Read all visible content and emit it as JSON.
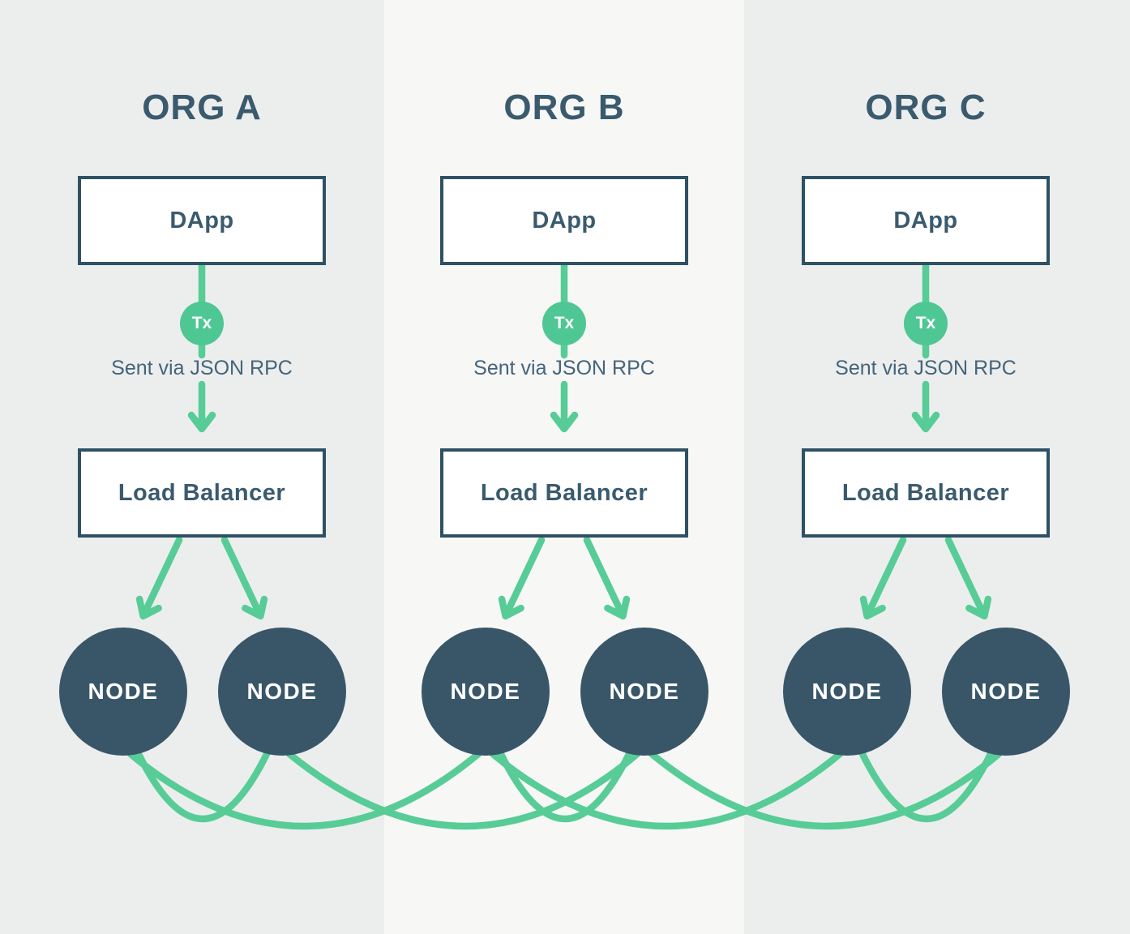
{
  "colors": {
    "green": "#57CC97",
    "tx_green": "#4EC794",
    "slate_dark": "#2F5164",
    "slate_text": "#3A5A6E",
    "caption_text": "#44647B",
    "node_fill": "#395669",
    "band_outer": "#ECEEED",
    "band_inner": "#F7F7F6",
    "box_bg": "#FFFFFF"
  },
  "columns": [
    {
      "title": "ORG A",
      "dapp_label": "DApp",
      "tx_label": "Tx",
      "rpc_label": "Sent via JSON RPC",
      "lb_label": "Load Balancer",
      "nodes": [
        "NODE",
        "NODE"
      ]
    },
    {
      "title": "ORG B",
      "dapp_label": "DApp",
      "tx_label": "Tx",
      "rpc_label": "Sent via JSON RPC",
      "lb_label": "Load Balancer",
      "nodes": [
        "NODE",
        "NODE"
      ]
    },
    {
      "title": "ORG C",
      "dapp_label": "DApp",
      "tx_label": "Tx",
      "rpc_label": "Sent via JSON RPC",
      "lb_label": "Load Balancer",
      "nodes": [
        "NODE",
        "NODE"
      ]
    }
  ]
}
